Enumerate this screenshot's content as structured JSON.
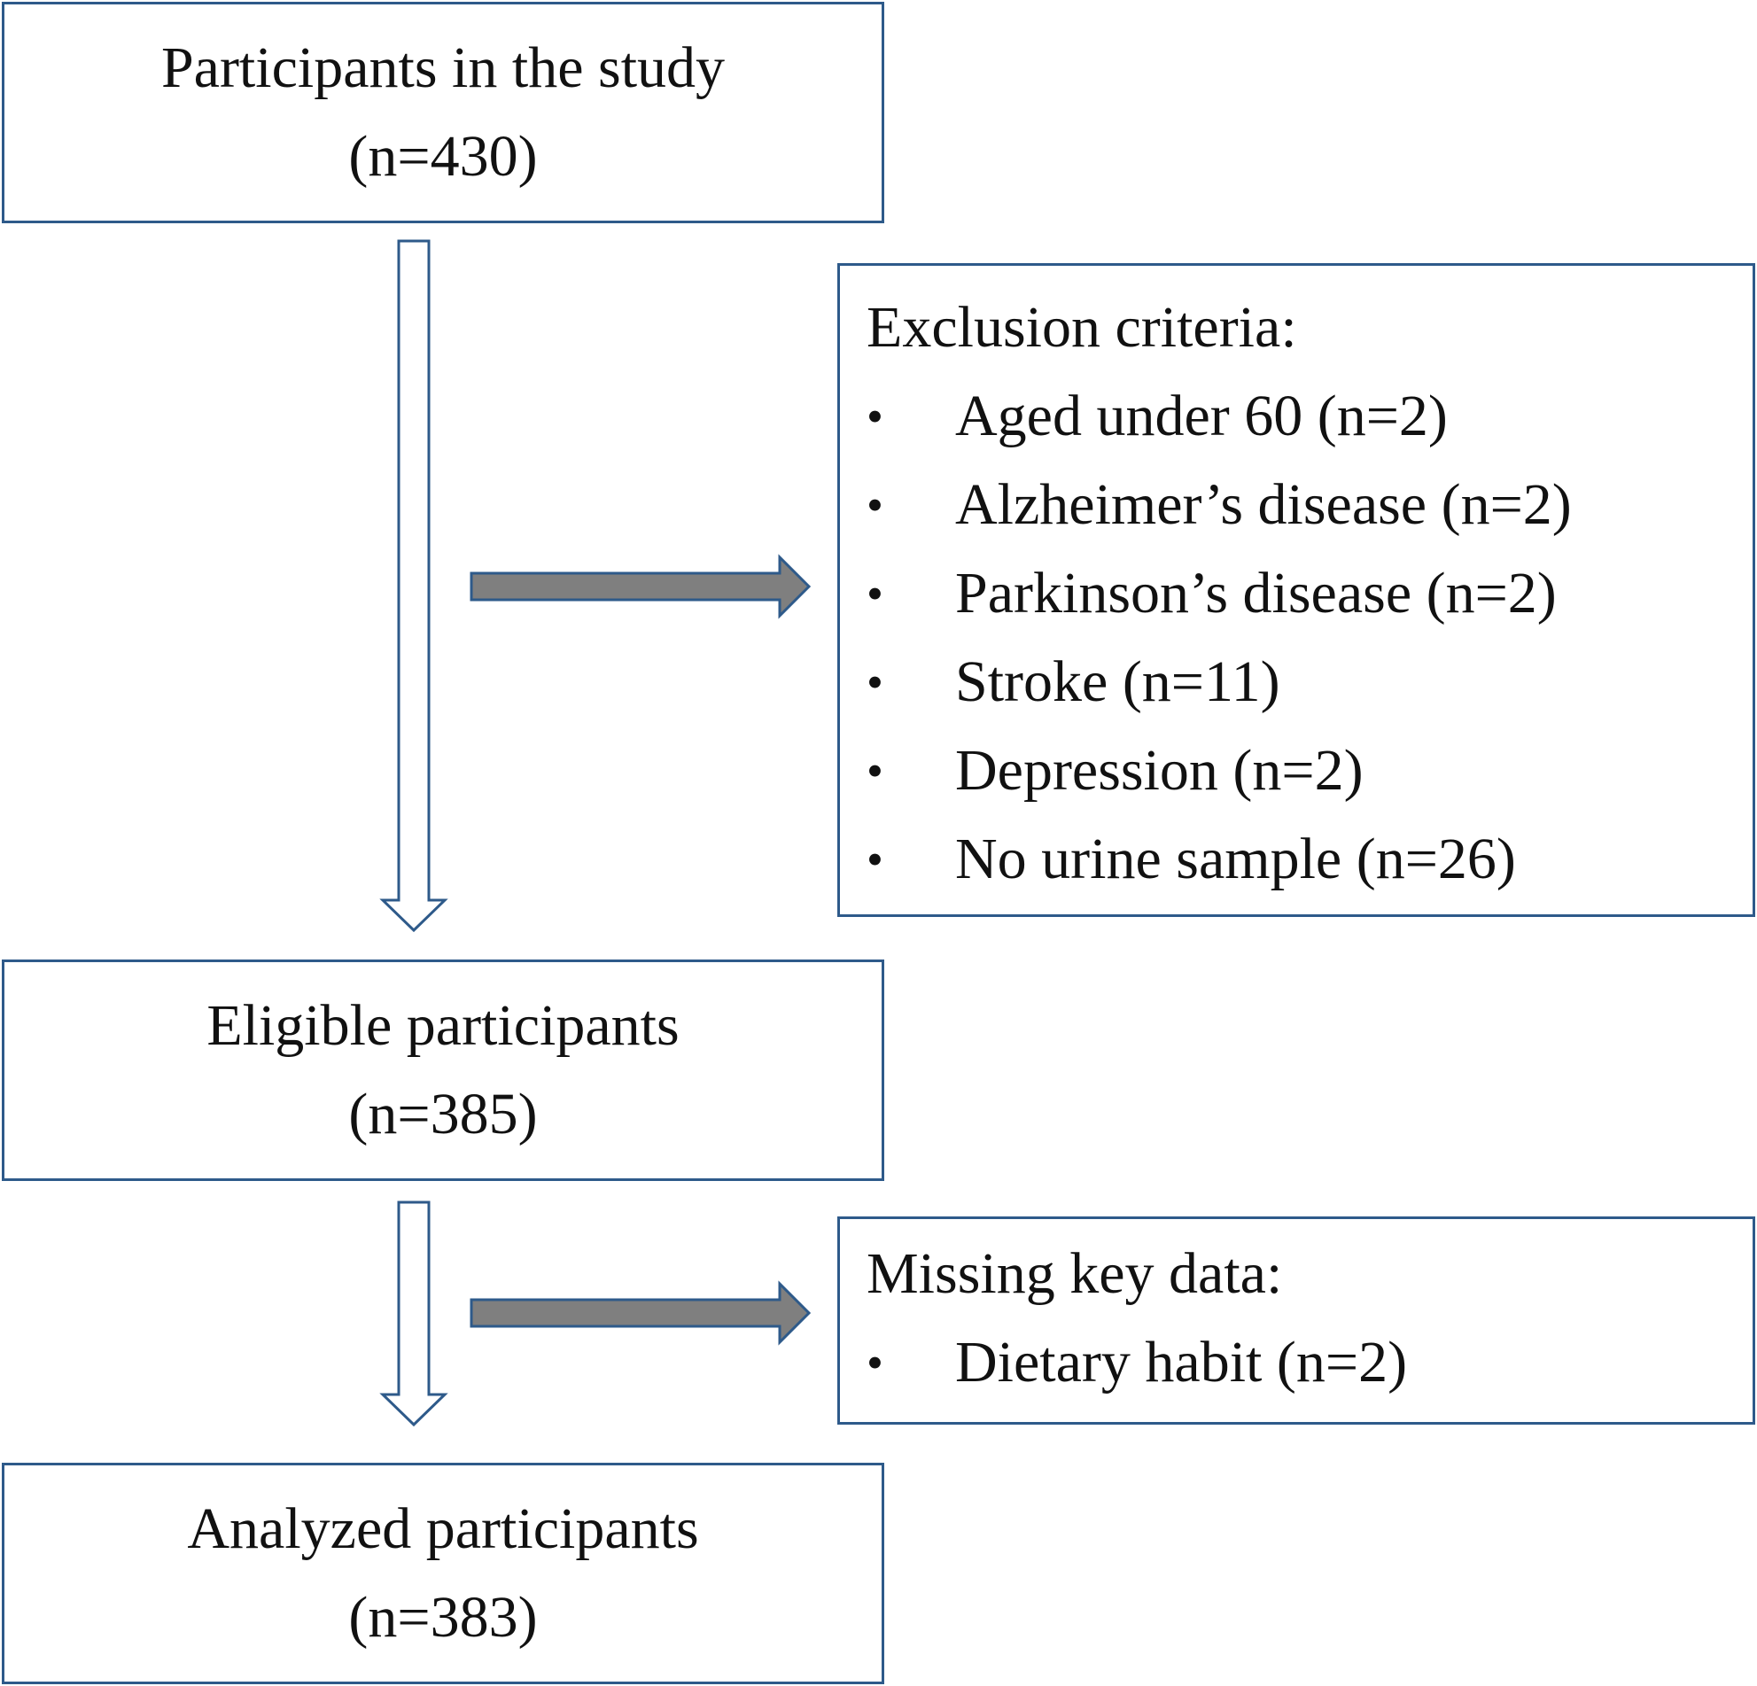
{
  "boxes": {
    "participants": {
      "title": "Participants in the study",
      "count": "(n=430)"
    },
    "eligible": {
      "title": "Eligible participants",
      "count": "(n=385)"
    },
    "analyzed": {
      "title": "Analyzed participants",
      "count": "(n=383)"
    }
  },
  "exclusion": {
    "heading": "Exclusion criteria:",
    "items": [
      "Aged under 60 (n=2)",
      "Alzheimer’s disease (n=2)",
      "Parkinson’s disease (n=2)",
      "Stroke (n=11)",
      "Depression (n=2)",
      "No urine sample (n=26)"
    ]
  },
  "missing": {
    "heading": "Missing key data:",
    "items": [
      "Dietary habit (n=2)"
    ]
  },
  "bullet_symbol": "•",
  "colors": {
    "border": "#2e5a8a",
    "side_arrow_fill": "#7f7f7f",
    "down_arrow_fill": "#ffffff"
  }
}
